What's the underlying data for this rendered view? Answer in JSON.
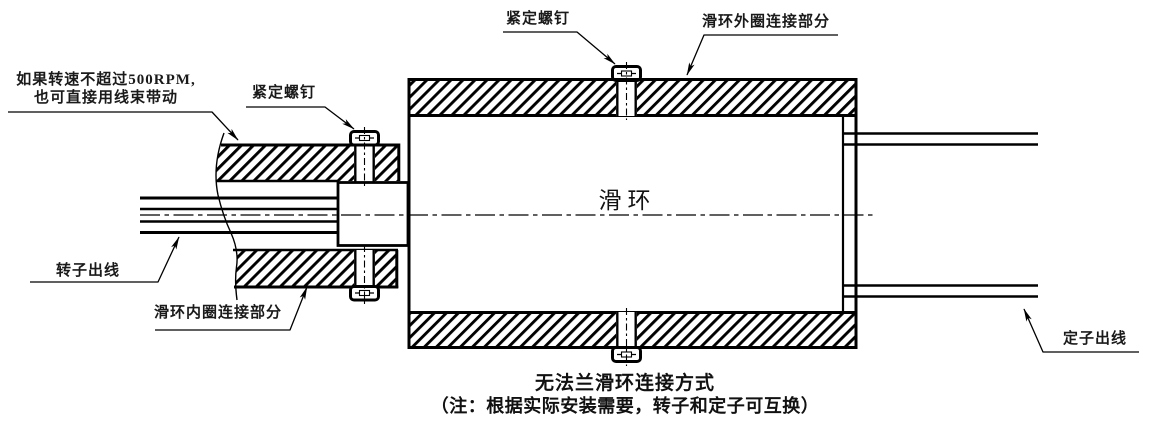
{
  "component": {
    "slip_ring": "滑环"
  },
  "callouts": {
    "rpm_note": {
      "line1": "如果转速不超过500RPM,",
      "line2": "也可直接用线束带动"
    },
    "set_screw_left": {
      "label": "紧定螺钉"
    },
    "set_screw_top": {
      "label": "紧定螺钉"
    },
    "outer_ring": {
      "label": "滑环外圈连接部分"
    },
    "inner_ring": {
      "label": "滑环内圈连接部分"
    },
    "rotor_wires": {
      "label": "转子出线"
    },
    "stator_wires": {
      "label": "定子出线"
    }
  },
  "caption": {
    "title": "无法兰滑环连接方式",
    "note": "（注：根据实际安装需要，转子和定子可互换）"
  },
  "colors": {
    "line": "#000000",
    "background": "#ffffff"
  }
}
